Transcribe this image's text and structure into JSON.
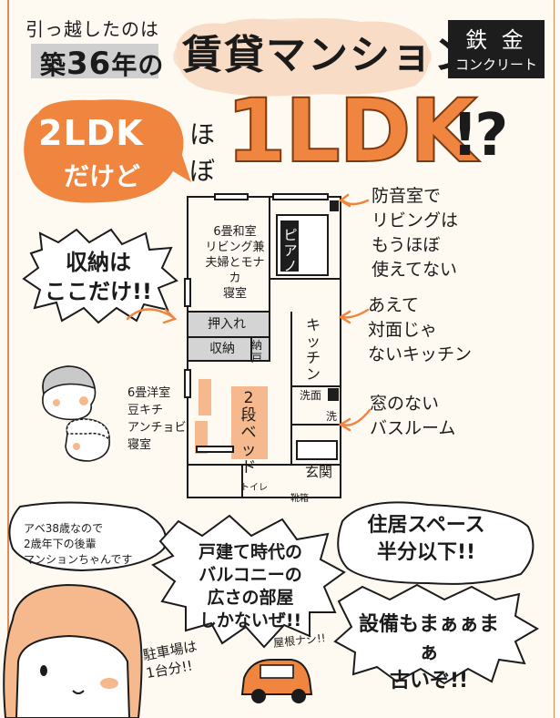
{
  "header": {
    "intro": "引っ越したのは",
    "age_prefix": "築",
    "age_number": "36",
    "age_suffix": "年の",
    "title": "賃貸マンション",
    "structure_1": "鉄 金",
    "structure_2": "コンクリート"
  },
  "layout_claim": {
    "stated": "2LDK",
    "stated_suffix": "だけど",
    "hobo": "ほぼ",
    "actual": "1LDK",
    "marks": "!?"
  },
  "notes": {
    "piano_room": [
      "防音室で",
      "リビングは",
      "もうほぼ",
      "使えてない"
    ],
    "kitchen": [
      "あえて",
      "対面じゃ",
      "ないキッチン"
    ],
    "bathroom": [
      "窓のない",
      "バスルーム"
    ]
  },
  "storage_bubble": [
    "収納は",
    "ここだけ!!"
  ],
  "floorplan": {
    "japanese_room": [
      "6畳和室",
      "リビング兼",
      "夫婦とモナカ",
      "寝室"
    ],
    "western_room": [
      "6畳洋室",
      "豆キチ",
      "アンチョビ",
      "寝室"
    ],
    "oshiire": "押入れ",
    "shuno": "収納",
    "nando": "納戸",
    "kitchen": "キッチン",
    "piano": "ピアノ",
    "bunk_bed": "2段ベッド",
    "washroom": "洗面",
    "wash": "洗",
    "entrance": "玄関",
    "toilet": "トイレ",
    "shoe_box": "靴箱"
  },
  "bottom": {
    "age_note": [
      "アベ38歳なので",
      "2歳年下の後輩",
      "マンションちゃんです"
    ],
    "balcony": [
      "戸建て時代の",
      "バルコニーの",
      "広さの部屋",
      "しかないぜ!!"
    ],
    "living_space": [
      "住居スペース",
      "半分以下!!"
    ],
    "facilities": [
      "設備もまぁぁまぁ",
      "古いぞ!!"
    ],
    "parking": [
      "駐車場は",
      "1台分!!"
    ],
    "no_roof": "屋根ナシ!!"
  },
  "colors": {
    "accent_orange": "#f0853f",
    "soft_orange": "#f6b98e",
    "gray_box": "#cfcfcf",
    "dark_label": "#1d1d1d"
  }
}
